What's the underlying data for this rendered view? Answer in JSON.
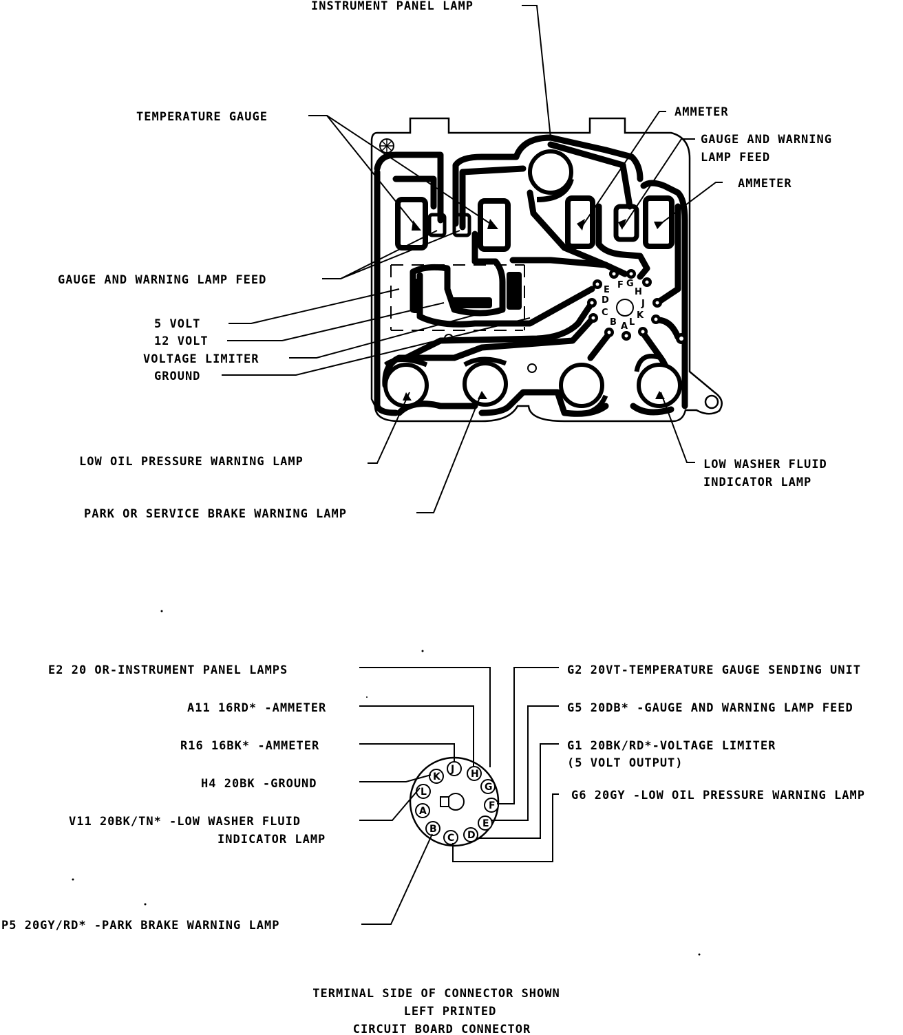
{
  "board_labels": {
    "instrument_panel_lamp": "INSTRUMENT PANEL LAMP",
    "temperature_gauge": "TEMPERATURE GAUGE",
    "ammeter_1": "AMMETER",
    "gauge_feed_right_1": "GAUGE AND WARNING",
    "gauge_feed_right_2": "LAMP FEED",
    "ammeter_2": "AMMETER",
    "gauge_feed_left": "GAUGE AND WARNING LAMP FEED",
    "five_volt": "5 VOLT",
    "twelve_volt": "12 VOLT",
    "voltage_limiter": "VOLTAGE LIMITER",
    "ground": "GROUND",
    "low_oil": "LOW OIL PRESSURE WARNING LAMP",
    "park_brake": "PARK OR SERVICE BRAKE WARNING LAMP",
    "low_washer_1": "LOW WASHER FLUID",
    "low_washer_2": "INDICATOR LAMP"
  },
  "board_pins": [
    "E",
    "F",
    "G",
    "H",
    "D",
    "J",
    "C",
    "K",
    "B",
    "A",
    "L"
  ],
  "connector_labels": {
    "e2": "E2 20 OR-INSTRUMENT PANEL LAMPS",
    "a11": "A11 16RD* -AMMETER",
    "r16": "R16 16BK* -AMMETER",
    "h4": "H4 20BK -GROUND",
    "v11_1": "V11 20BK/TN* -LOW WASHER FLUID",
    "v11_2": "INDICATOR LAMP",
    "p5": "P5 20GY/RD* -PARK BRAKE WARNING LAMP",
    "g2": "G2 20VT-TEMPERATURE GAUGE SENDING UNIT",
    "g5": "G5 20DB* -GAUGE AND WARNING LAMP FEED",
    "g1_1": "G1 20BK/RD*-VOLTAGE LIMITER",
    "g1_2": "(5 VOLT OUTPUT)",
    "g6": "G6 20GY -LOW OIL PRESSURE WARNING LAMP"
  },
  "connector_pins": [
    "J",
    "H",
    "G",
    "F",
    "E",
    "D",
    "C",
    "B",
    "A",
    "L",
    "K"
  ],
  "caption": {
    "line1": "TERMINAL SIDE OF CONNECTOR SHOWN",
    "line2": "LEFT PRINTED",
    "line3": "CIRCUIT BOARD CONNECTOR"
  }
}
